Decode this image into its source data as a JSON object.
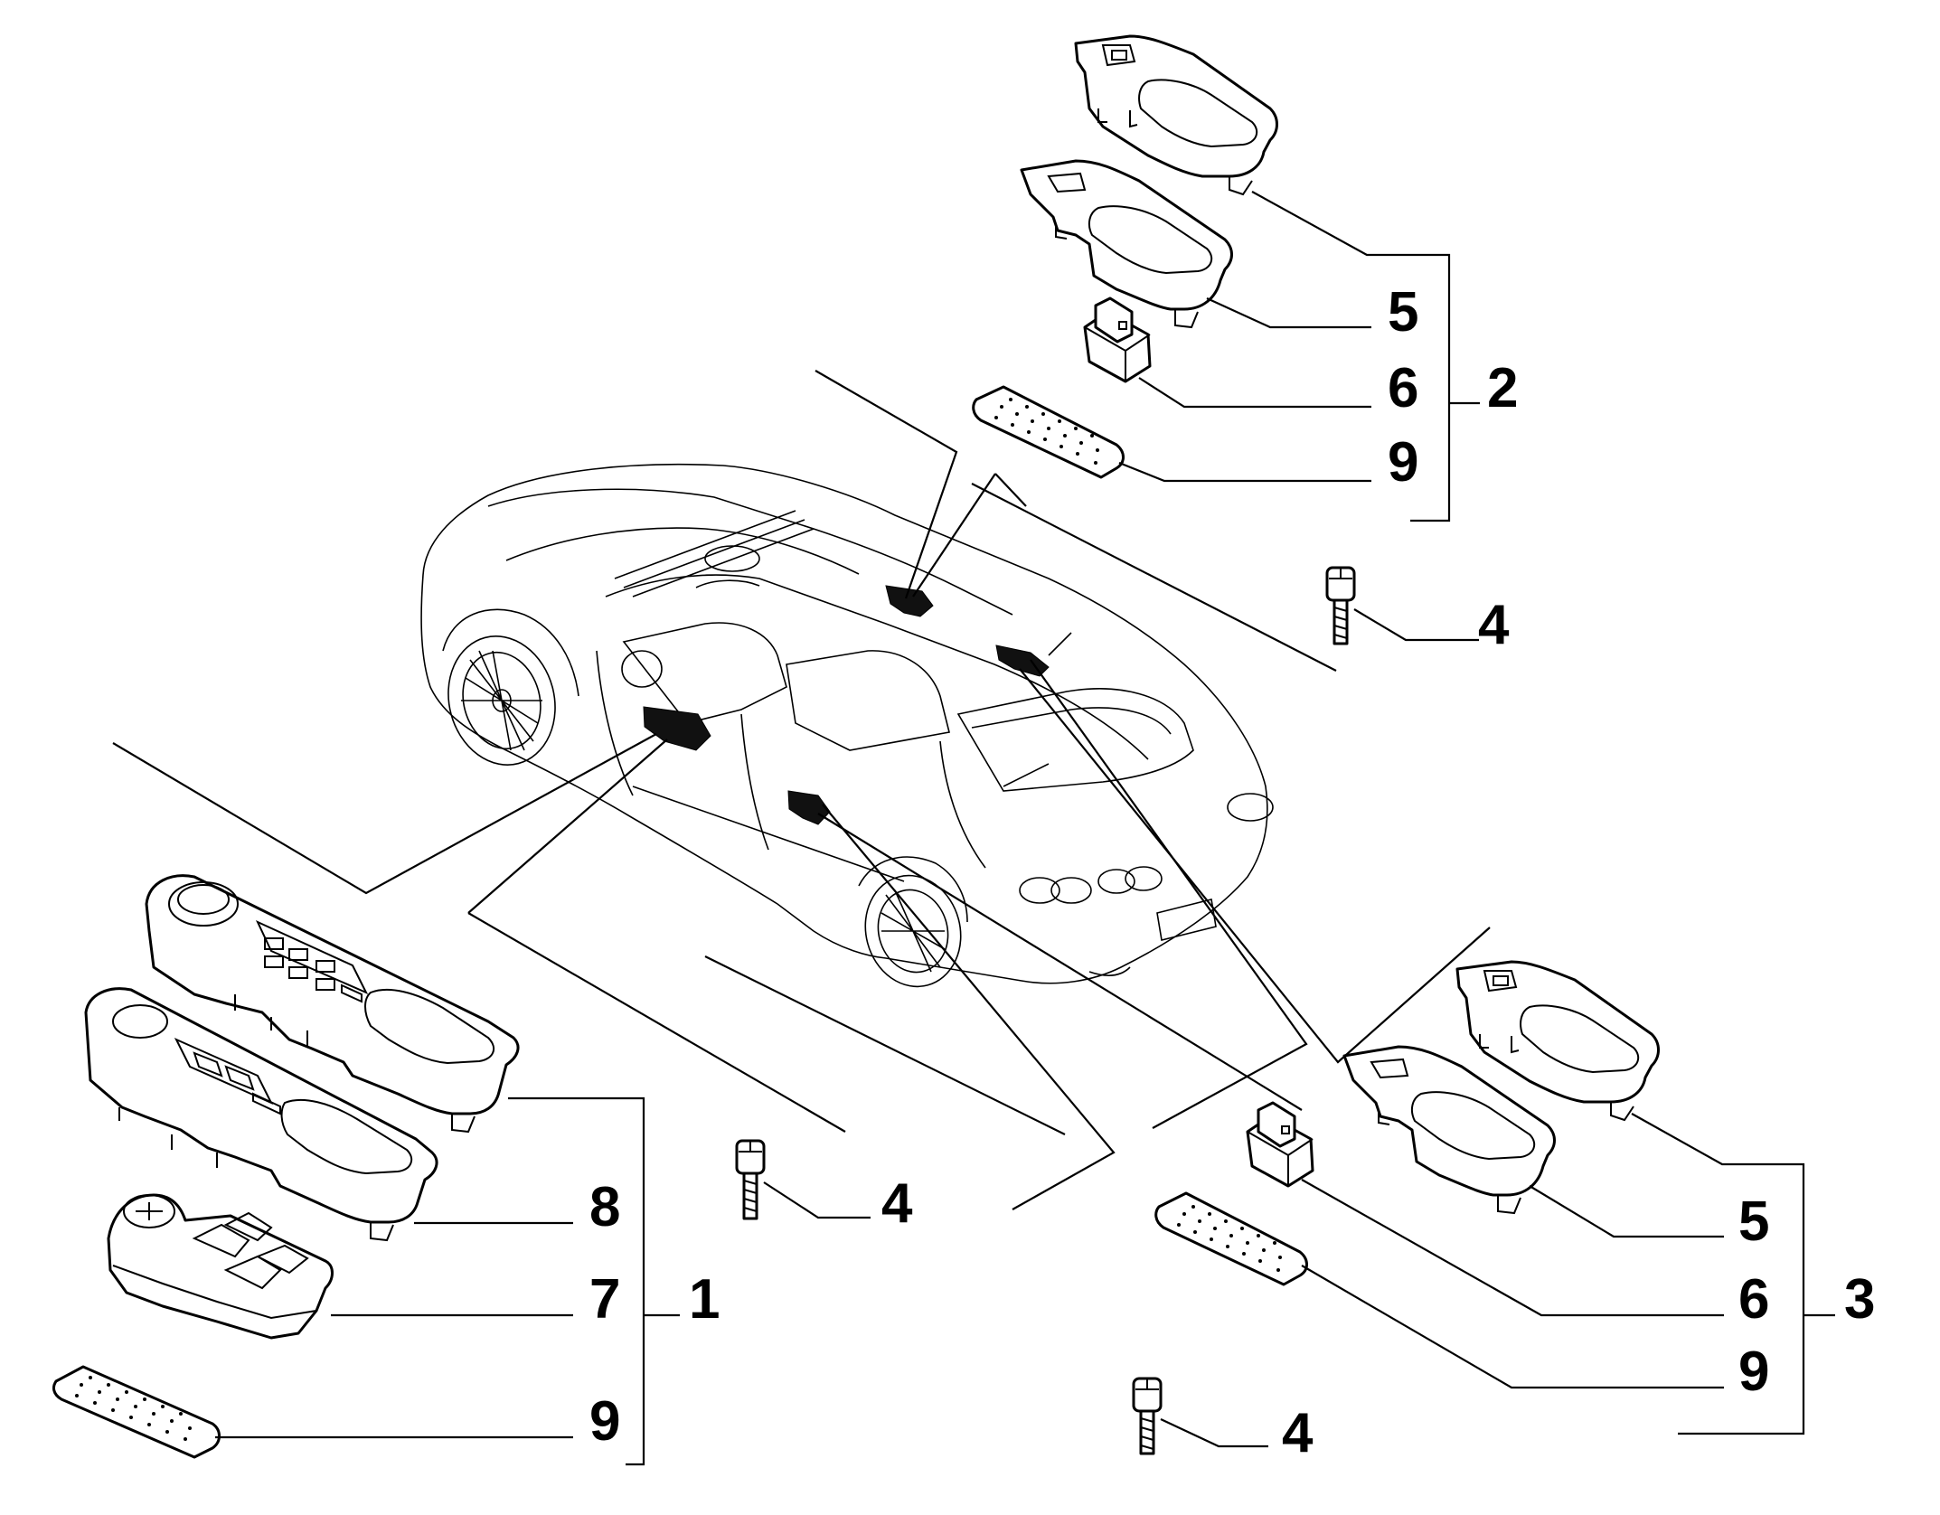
{
  "callouts": {
    "group_2": {
      "item_5": "5",
      "item_6": "6",
      "item_9": "9",
      "group": "2"
    },
    "screw_top": "4",
    "group_1": {
      "item_8": "8",
      "item_7": "7",
      "item_9": "9",
      "group": "1"
    },
    "screw_mid": "4",
    "group_3": {
      "item_5": "5",
      "item_6": "6",
      "item_9": "9",
      "group": "3"
    },
    "screw_bottom": "4"
  }
}
